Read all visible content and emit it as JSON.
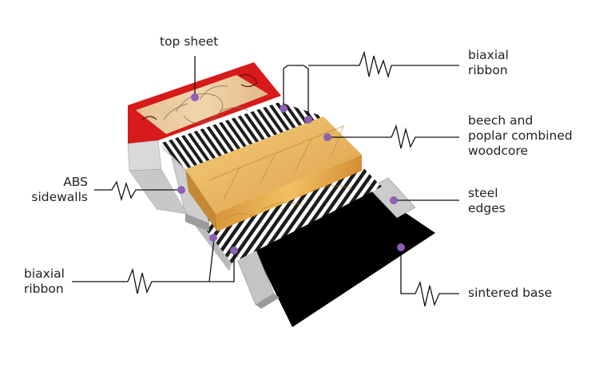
{
  "labels": {
    "top_sheet": "top sheet",
    "biaxial_ribbon_top": [
      "biaxial",
      "ribbon"
    ],
    "woodcore": [
      "beech and",
      "poplar combined",
      "woodcore"
    ],
    "abs_sidewalls": [
      "ABS",
      "sidewalls"
    ],
    "steel_edges": [
      "steel",
      "edges"
    ],
    "biaxial_ribbon_bottom": [
      "biaxial",
      "ribbon"
    ],
    "sintered_base": "sintered base"
  },
  "colors": {
    "marker": "#8e5fb3",
    "top_sheet_red": "#d81c1c",
    "wood_light": "#e7c48f",
    "woodcore": "#e2a83f",
    "base": "#000000",
    "steel": "#c9c9c9",
    "line": "#111111"
  }
}
